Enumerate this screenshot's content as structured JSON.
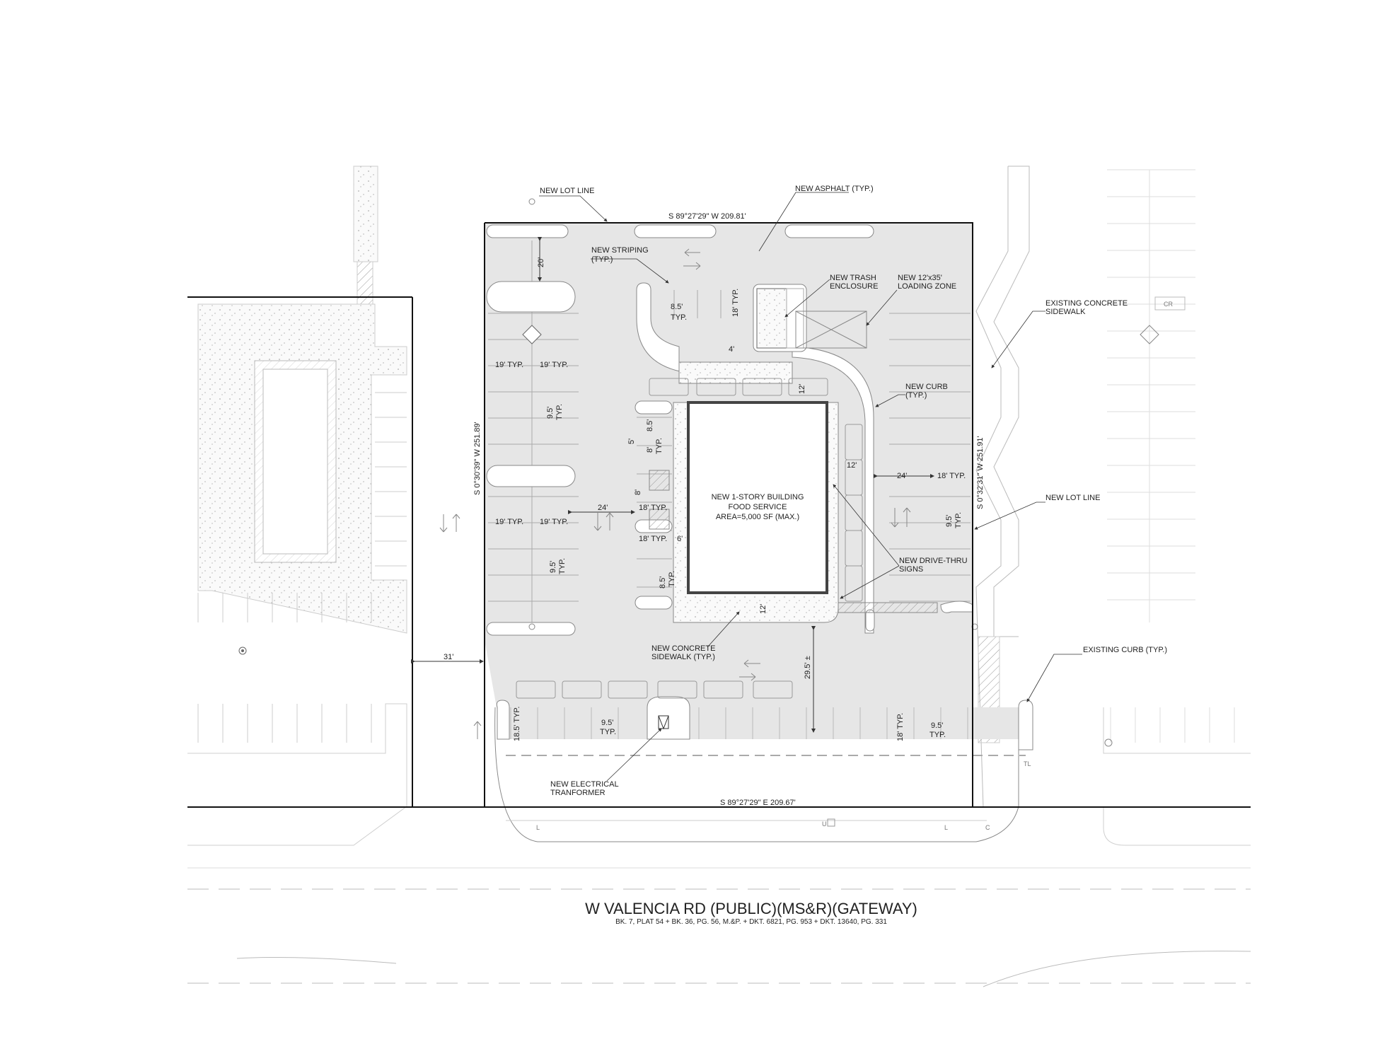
{
  "road": {
    "title": "W VALENCIA RD (PUBLIC)(MS&R)(GATEWAY)",
    "subtitle": "BK. 7, PLAT 54 + BK. 36, PG. 56, M.&P. + DKT. 6821, PG. 953 + DKT. 13640, PG. 331"
  },
  "bearings": {
    "north": "S 89°27'29\" W  209.81'",
    "south": "S 89°27'29\" E  209.67'",
    "west": "S 0°30'39\" W  251.89'",
    "east": "S 0°32'31\" W  251.91'"
  },
  "building": {
    "line1": "NEW 1-STORY BUILDING",
    "line2": "FOOD SERVICE",
    "line3": "AREA=5,000 SF (MAX.)"
  },
  "callouts": {
    "new_lot_line_top": "NEW LOT LINE",
    "new_asphalt": "NEW ASPHALT (TYP.)",
    "new_striping_1": "NEW STRIPING",
    "new_striping_2": "(TYP.)",
    "trash_1": "NEW TRASH",
    "trash_2": "ENCLOSURE",
    "loading_1": "NEW 12'x35'",
    "loading_2": "LOADING ZONE",
    "exist_sidewalk_1": "EXISTING CONCRETE",
    "exist_sidewalk_2": "SIDEWALK",
    "new_curb_1": "NEW CURB",
    "new_curb_2": "(TYP.)",
    "new_lot_line_right": "NEW LOT LINE",
    "drive_thru_1": "NEW DRIVE-THRU",
    "drive_thru_2": "SIGNS",
    "concrete_sw_1": "NEW CONCRETE",
    "concrete_sw_2": "SIDEWALK (TYP.)",
    "exist_curb": "EXISTING CURB (TYP.)",
    "transformer_1": "NEW ELECTRICAL",
    "transformer_2": "TRANFORMER"
  },
  "dimensions": {
    "d20": "20'",
    "d85typ_top": "8.5'",
    "typ": "TYP.",
    "d18typ_top": "18' TYP.",
    "d4": "4'",
    "d12_top": "12'",
    "d19typ": "19' TYP.",
    "d95": "9.5'",
    "d85": "8.5'",
    "d5": "5'",
    "d8": "8'",
    "d24": "24'",
    "d18typ": "18' TYP.",
    "d6": "6'",
    "d12": "12'",
    "d31": "31'",
    "d295": "29.5' ±",
    "d185typ": "18.5' TYP."
  },
  "markers": {
    "cr": "CR",
    "tl": "TL",
    "u": "U",
    "l": "L",
    "c": "C"
  },
  "colors": {
    "asphalt": "#e6e6e6",
    "lot_line": "#111111",
    "existing": "#cfcfcf"
  }
}
